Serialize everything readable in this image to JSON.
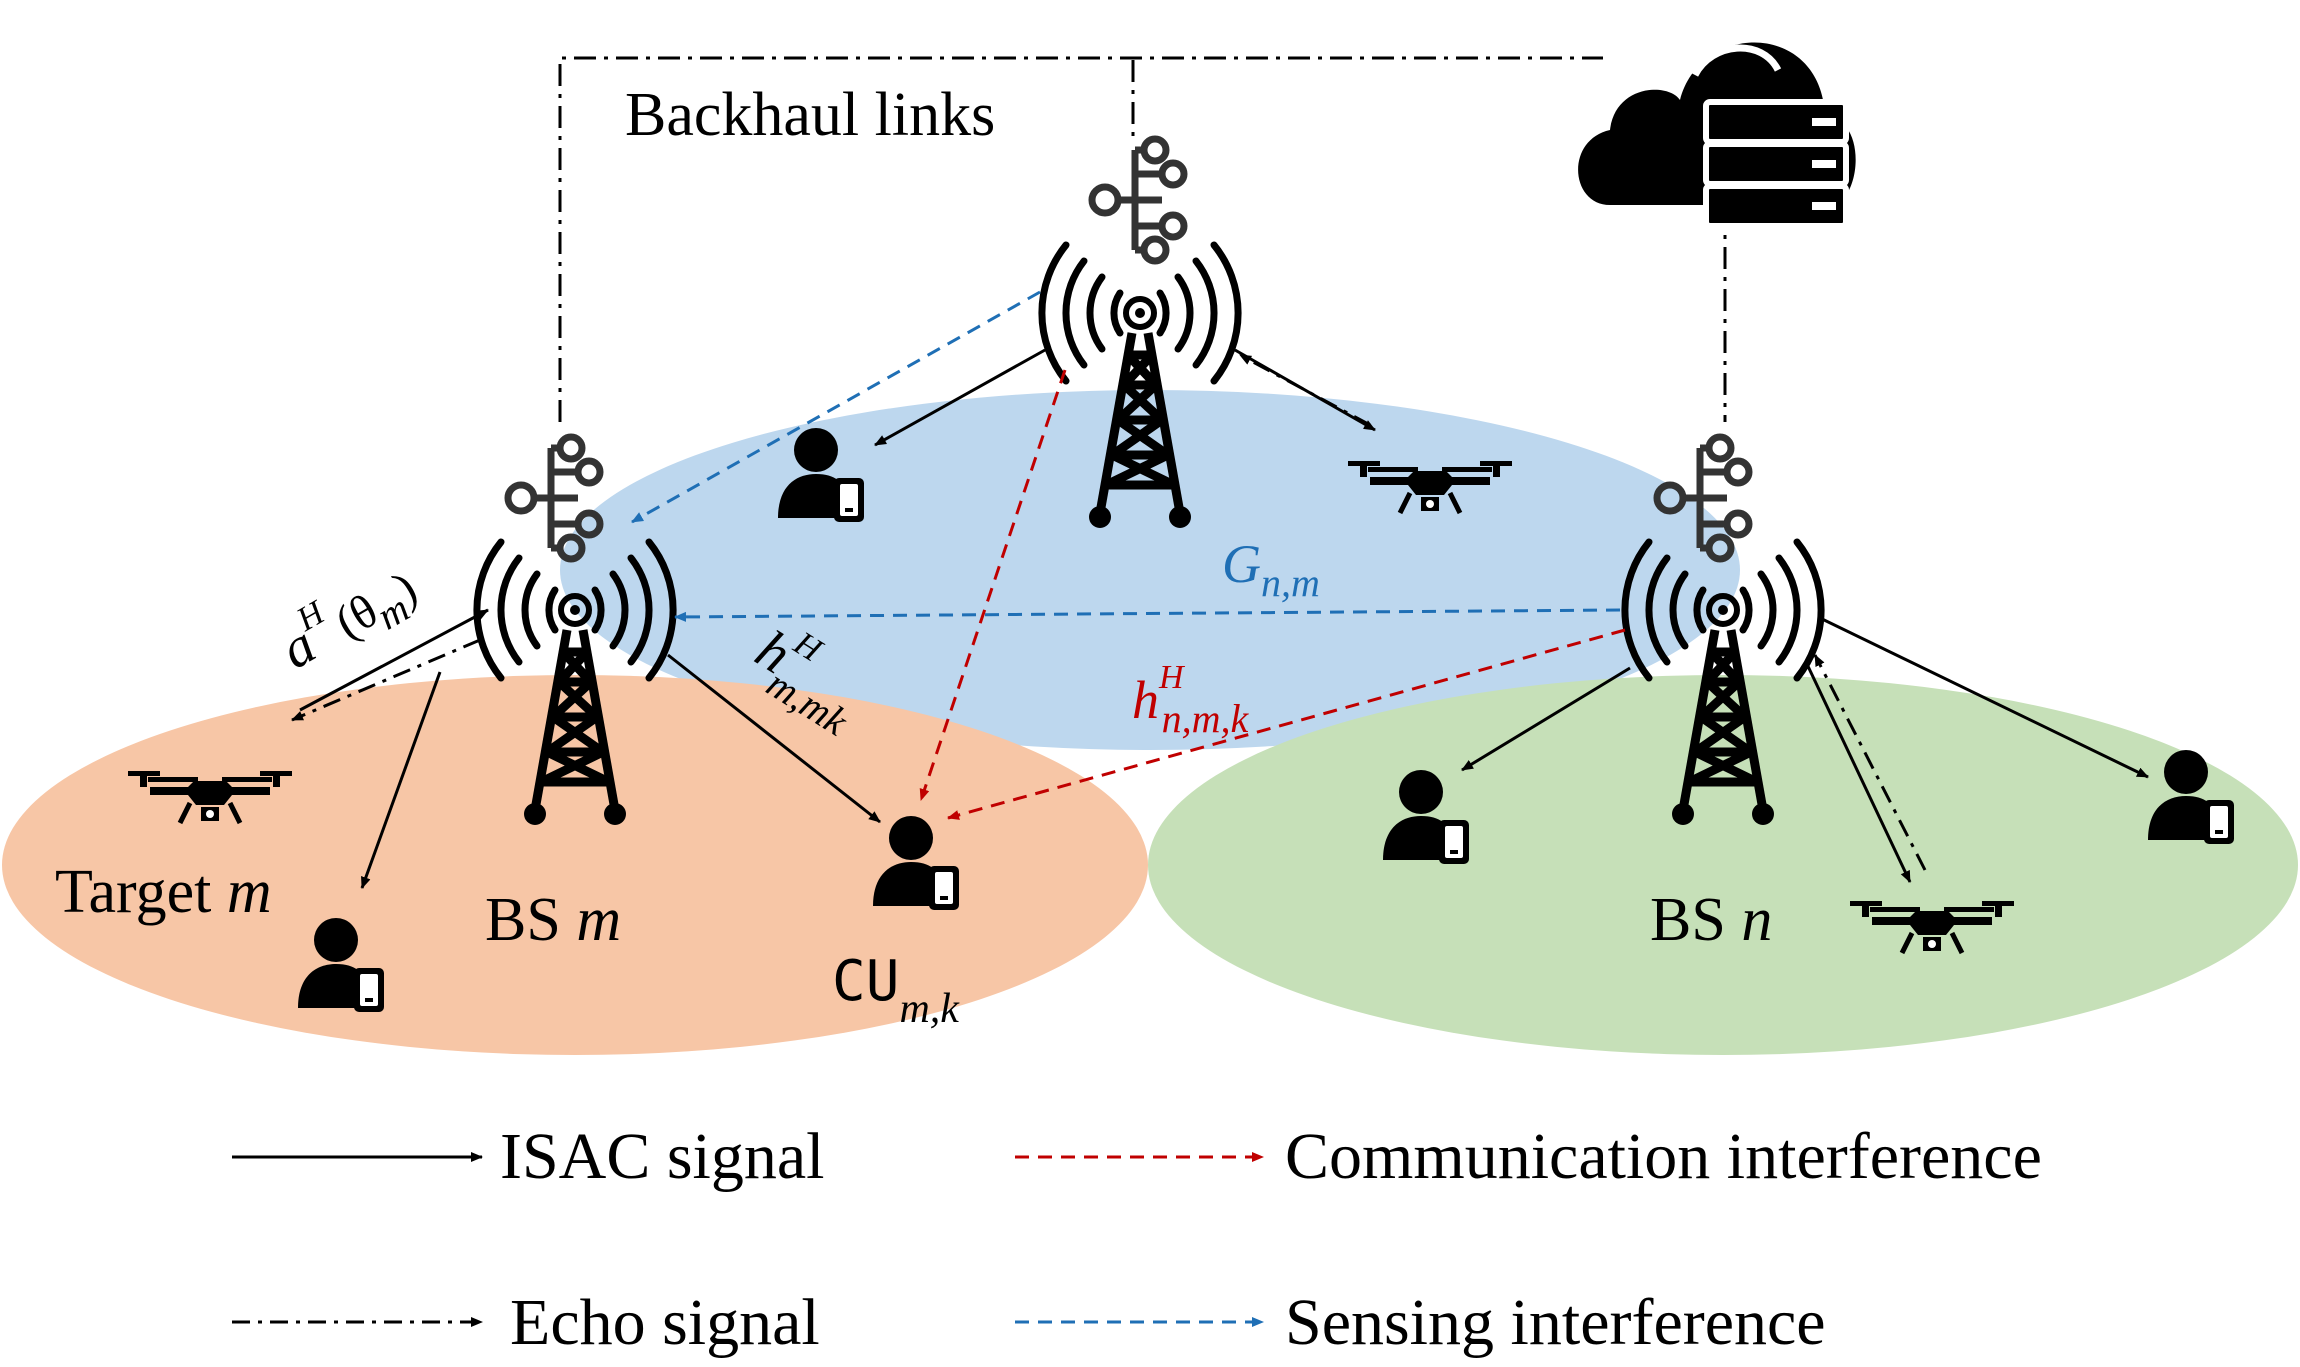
{
  "labels": {
    "backhaul": "Backhaul links",
    "target_prefix": "Target ",
    "target_var": "m",
    "bs_m_prefix": "BS ",
    "bs_m_var": "m",
    "bs_n_prefix": "BS ",
    "bs_n_var": "n",
    "cu_main": "CU",
    "cu_sub": "m,k"
  },
  "math": {
    "steering": {
      "base": "a",
      "sup": "H",
      "arg": "(θ",
      "arg_sub": "m",
      "close": ")"
    },
    "h_mmk": {
      "base": "h",
      "sup": "H",
      "sub": "m,mk"
    },
    "h_nmk": {
      "base": "h",
      "sup": "H",
      "sub": "n,m,k"
    },
    "G_nm": {
      "base": "G",
      "sub": "n,m"
    }
  },
  "legend": {
    "isac": "ISAC signal",
    "comm_interf": "Communication interference",
    "echo": "Echo signal",
    "sens_interf": "Sensing interference"
  },
  "colors": {
    "isac": "#000000",
    "comm_interference": "#c00000",
    "sensing_interference": "#1f6fb5",
    "cell_m": "#f7c6a6",
    "cell_n": "#c6e0b8",
    "cell_top": "#bdd7ee"
  },
  "icons": [
    "cell-tower-icon",
    "network-node-icon",
    "cloud-server-icon",
    "drone-icon",
    "user-phone-icon"
  ]
}
